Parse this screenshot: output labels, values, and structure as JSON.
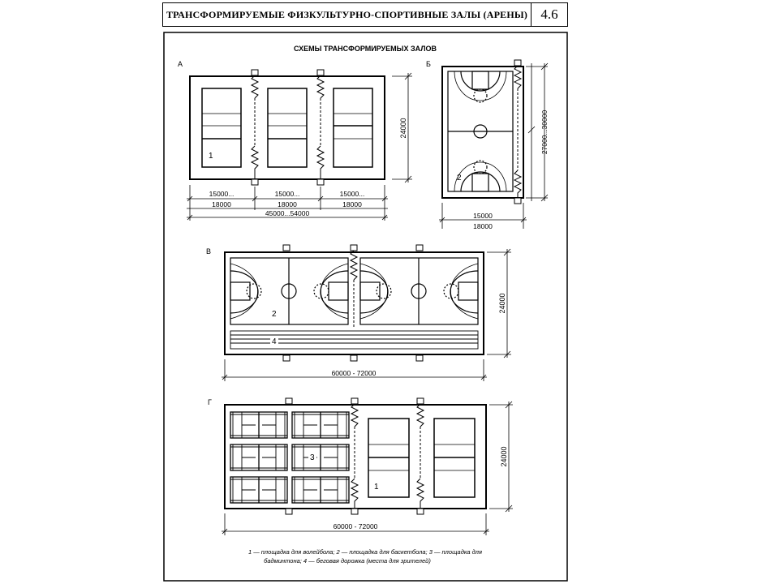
{
  "header": {
    "title": "ТРАНСФОРМИРУЕМЫЕ ФИЗКУЛЬТУРНО-СПОРТИВНЫЕ ЗАЛЫ (АРЕНЫ)",
    "sheet_number": "4.6"
  },
  "main": {
    "heading": "СХЕМЫ ТРАНСФОРМИРУЕМЫХ ЗАЛОВ"
  },
  "schemes": {
    "a": {
      "label": "А",
      "marker": "1",
      "dim_height": "24000",
      "dim_courts": [
        "15000...",
        "15000...",
        "15000..."
      ],
      "dim_courts_max": [
        "18000",
        "18000",
        "18000"
      ],
      "dim_total": "45000...54000"
    },
    "b": {
      "label": "Б",
      "marker": "2",
      "dim_height": "27000...30000",
      "dim_width": "15000",
      "dim_width_max": "18000"
    },
    "v": {
      "label": "В",
      "marker_court": "2",
      "marker_track": "4",
      "dim_height": "24000",
      "dim_total": "60000 - 72000"
    },
    "g": {
      "label": "Г",
      "marker_badminton": "3",
      "marker_volley": "1",
      "dim_height": "24000",
      "dim_total": "60000 - 72000"
    }
  },
  "caption": {
    "line1": "1 — площадка для волейбола; 2 — площадка для баскетбола; 3 — площадка для",
    "line2": "бадминтона; 4 — беговая дорожка (места для зрителей)"
  }
}
